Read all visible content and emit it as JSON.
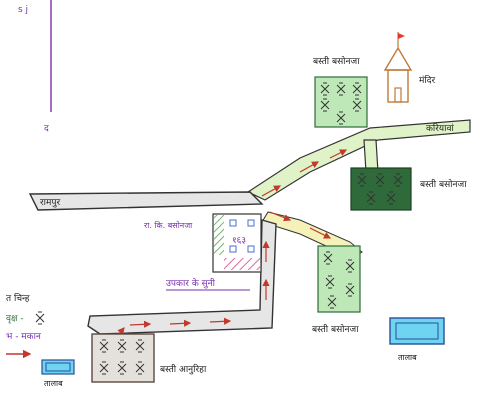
{
  "labels": {
    "top_left_mark": "s j",
    "compass_bottom": "द",
    "settlement_top": "बस्ती बसोनजा",
    "temple": "मंदिर",
    "settlement_right": "बस्ती बसोनजा",
    "road_right": "करियावां",
    "road_left": "रामपुर",
    "school": "रा. कि. बसोनजा",
    "school_code": "१६३",
    "health_center": "उपकार के सुनी",
    "settlement_bottom_right": "बस्ती बसोनजा",
    "settlement_bottom_left": "बस्ती आनुरिहा",
    "pond_right": "तालाब",
    "pond_left": "तालाब"
  },
  "legend": {
    "title": "त चिन्ह",
    "item_tree": "वृक्ष -",
    "item_house": "भ - मकान"
  },
  "colors": {
    "settlement_green": "#bfe8b8",
    "settlement_dark": "#2f6b3a",
    "pond": "#6fd3f2",
    "road_green": "#dff2c8",
    "arrow": "#c0392b",
    "text_purple": "#7a2fb0",
    "hatch_pink": "#e06aa0",
    "hatch_green": "#4c9a4c",
    "temple_flag": "#e33a2b",
    "temple_outline": "#c07a3a"
  },
  "icons": [
    "tree-icon",
    "house-icon",
    "temple-icon",
    "pond-icon",
    "arrow-icon"
  ]
}
